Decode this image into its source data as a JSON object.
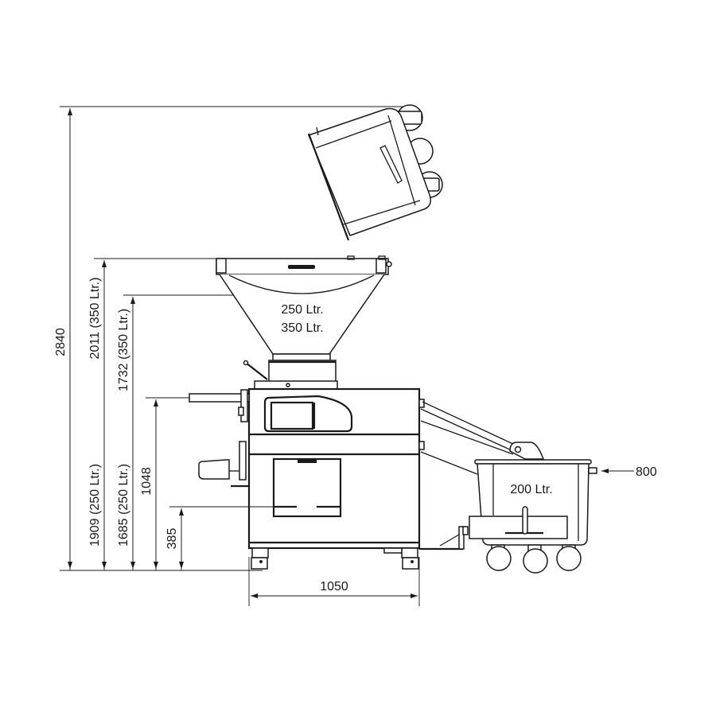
{
  "diagram": {
    "type": "technical-dimension-drawing",
    "subject": "vacuum filler with hopper and 200 Ltr. lifting trolley",
    "hopper_labels": [
      "250 Ltr.",
      "350 Ltr."
    ],
    "trolley_label": "200 Ltr.",
    "dimensions": {
      "overall_height": "2840",
      "hopper_rim_height_350": "2011 (350 Ltr.)",
      "hopper_rim_height_250": "1909 (250 Ltr.)",
      "hopper_fill_height_350": "1732 (350 Ltr.)",
      "hopper_fill_height_250": "1685 (250 Ltr.)",
      "outlet_height": "1048",
      "lower_height": "385",
      "machine_width": "1050",
      "trolley_offset": "800"
    }
  }
}
